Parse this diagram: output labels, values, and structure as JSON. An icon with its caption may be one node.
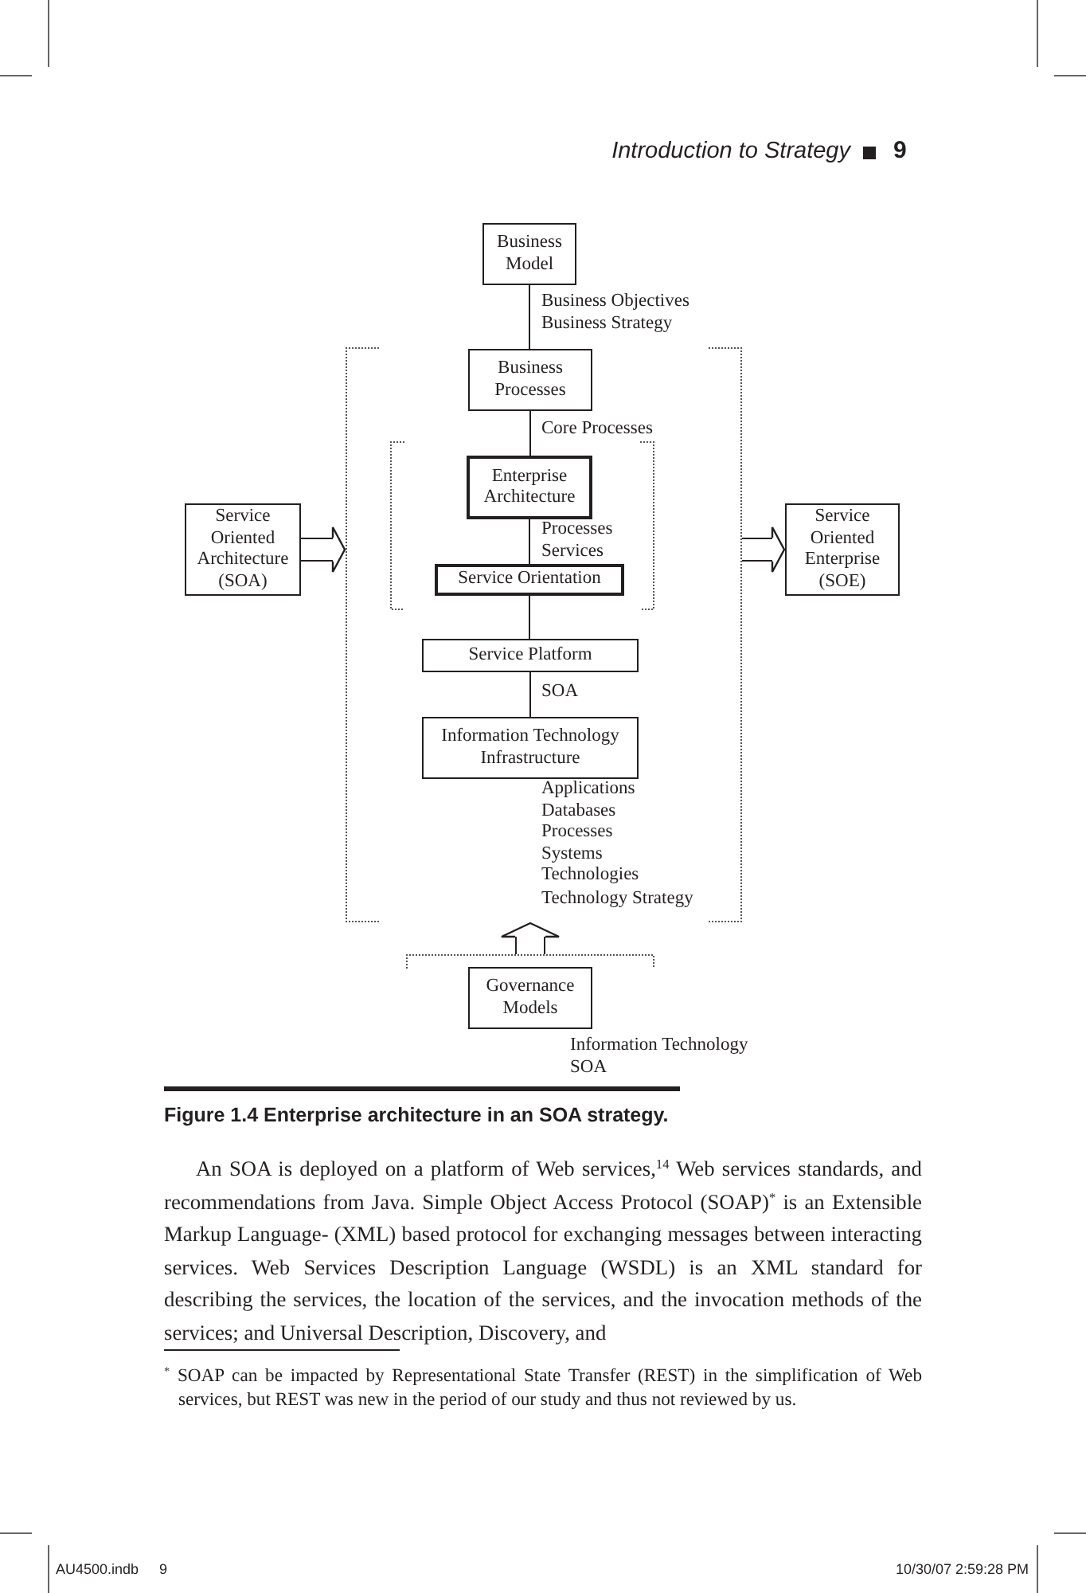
{
  "diagram": {
    "caption": "Figure 1.4 Enterprise architecture in an SOA strategy.",
    "nodes": [
      {
        "text": [
          "Business Model"
        ]
      },
      {
        "text": [],
        "shape": "bracket"
      },
      {
        "text": [
          "Business Processes"
        ],
        "in": 1
      },
      {
        "text": [],
        "shape": "bracket",
        "in": 1
      },
      {
        "text": [
          "Enterprise Architecture"
        ],
        "in": 3
      },
      {
        "text": [
          "Service Orientation"
        ],
        "in": 3
      },
      {
        "text": [
          "Service Platform"
        ],
        "in": 1
      },
      {
        "text": [
          "Information Technology Infrastructure"
        ],
        "in": 1,
        "beside": [
          "Applications",
          "Databases",
          "Processes",
          "Systems",
          "Technologies"
        ]
      },
      {
        "text": [
          "Service Oriented Architecture (SOA)"
        ]
      },
      {
        "text": [
          "Service Oriented Enterprise (SOE)"
        ]
      },
      {
        "text": [],
        "shape": "bracket"
      },
      {
        "text": [
          "Governance Models"
        ],
        "in": 10,
        "beside": [
          "Information Technology",
          "SOA"
        ]
      }
    ],
    "edges": [
      {
        "from": 0,
        "to": 2,
        "arrow": "none",
        "label": "Business Objectives Business Strategy"
      },
      {
        "from": 2,
        "to": 4,
        "arrow": "none",
        "label": "Core Processes"
      },
      {
        "from": 4,
        "to": 5,
        "arrow": "none",
        "label": "Processes Services"
      },
      {
        "from": 5,
        "to": 6,
        "arrow": "none"
      },
      {
        "from": 6,
        "to": 7,
        "arrow": "none",
        "label": "SOA"
      },
      {
        "from": 8,
        "to": 1,
        "arrow": "to",
        "style": "thick"
      },
      {
        "from": 1,
        "to": 9,
        "arrow": "to",
        "style": "thick"
      },
      {
        "from": 10,
        "to": 1,
        "arrow": "to",
        "style": "thick",
        "label": "Technology Strategy"
      }
    ],
    "labels": [
      "Introduction to Strategy",
      "9",
      "An SOA is deployed on a platform of Web services,$^{14}$ Web services standards, and recommendations from Java. Simple Object Access Protocol (SOAP)$^{*}$ is an Extensible Markup Language- (XML) based protocol for exchanging messages between interacting services. Web Services Description Language (WSDL) is an XML standard for describing the services, the location of the services, and the invocation methods of the services; and Universal Description, Discovery, and",
      "$^{*}$ SOAP can be impacted by Representational State Transfer (REST) in the simplification of Web services, but REST was new in the period of our study and thus not reviewed by us.",
      "AU4500.indb",
      "9",
      "10/30/07 2:59:28 PM"
    ]
  }
}
